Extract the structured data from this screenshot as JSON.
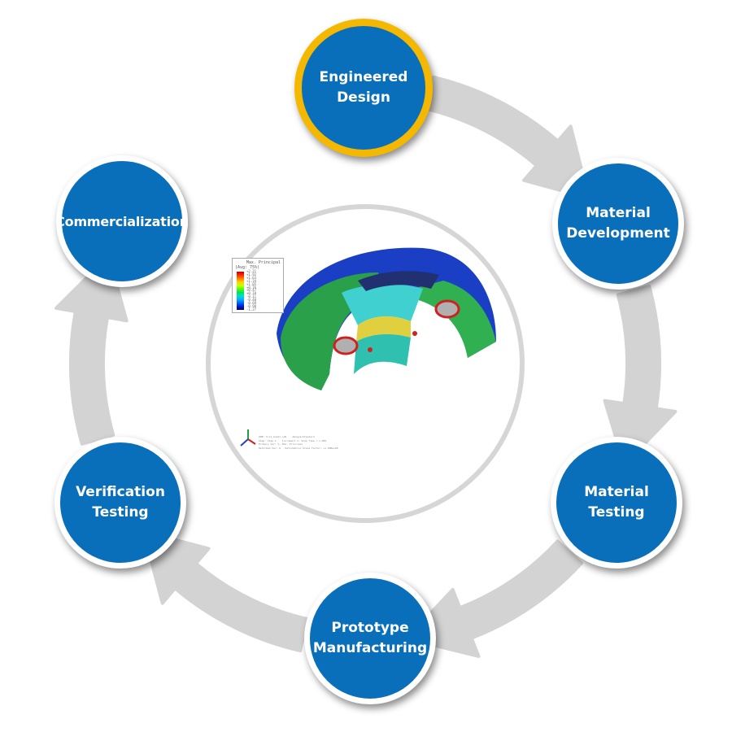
{
  "diagram": {
    "type": "cycle",
    "colors": {
      "node_fill": "#0a6fba",
      "node_rim": "#ffffff",
      "active_rim": "#f5b800",
      "arrow": "#d3d3d3",
      "center_ring": "#d6d6d6",
      "text": "#ffffff"
    },
    "nodes": [
      {
        "id": "engineered-design",
        "label": "Engineered\nDesign",
        "active": true
      },
      {
        "id": "material-development",
        "label": "Material\nDevelopment",
        "active": false
      },
      {
        "id": "material-testing",
        "label": "Material\nTesting",
        "active": false
      },
      {
        "id": "prototype-manufacturing",
        "label": "Prototype\nManufacturing",
        "active": false
      },
      {
        "id": "verification-testing",
        "label": "Verification\nTesting",
        "active": false
      },
      {
        "id": "commercialization",
        "label": "Commercialization",
        "active": false
      }
    ],
    "arrows": [
      {
        "from": "engineered-design",
        "to": "material-development"
      },
      {
        "from": "material-development",
        "to": "material-testing"
      },
      {
        "from": "material-testing",
        "to": "prototype-manufacturing"
      },
      {
        "from": "prototype-manufacturing",
        "to": "verification-testing"
      },
      {
        "from": "verification-testing",
        "to": "commercialization"
      }
    ],
    "center_image": {
      "description": "FEA stress contour plot of tire cross-section",
      "legend_title": "Max. Principal",
      "legend_subtitle": "(Avg: 75%)",
      "legend_ticks": [
        "+2.21",
        "+1.92",
        "+1.63",
        "+1.34",
        "+1.05",
        "+0.76",
        "+0.47",
        "+0.18",
        "-0.11",
        "-0.40",
        "-0.69",
        "-0.98",
        "-1.27"
      ],
      "legend_colors": [
        "#c00000",
        "#ff2a00",
        "#ff8000",
        "#ffd000",
        "#c8ff00",
        "#50ff00",
        "#00e060",
        "#00e0c0",
        "#00b0ff",
        "#0060ff",
        "#0020c0",
        "#000080"
      ],
      "footer_lines": [
        "ODB: tire_model.odb    Abaqus/Standard",
        "Step: Step-1    Increment 1: Step Time = 1.000",
        "Primary Var: S, Max. Principal",
        "Deformed Var: U   Deformation Scale Factor: +1.000e+00"
      ]
    }
  }
}
